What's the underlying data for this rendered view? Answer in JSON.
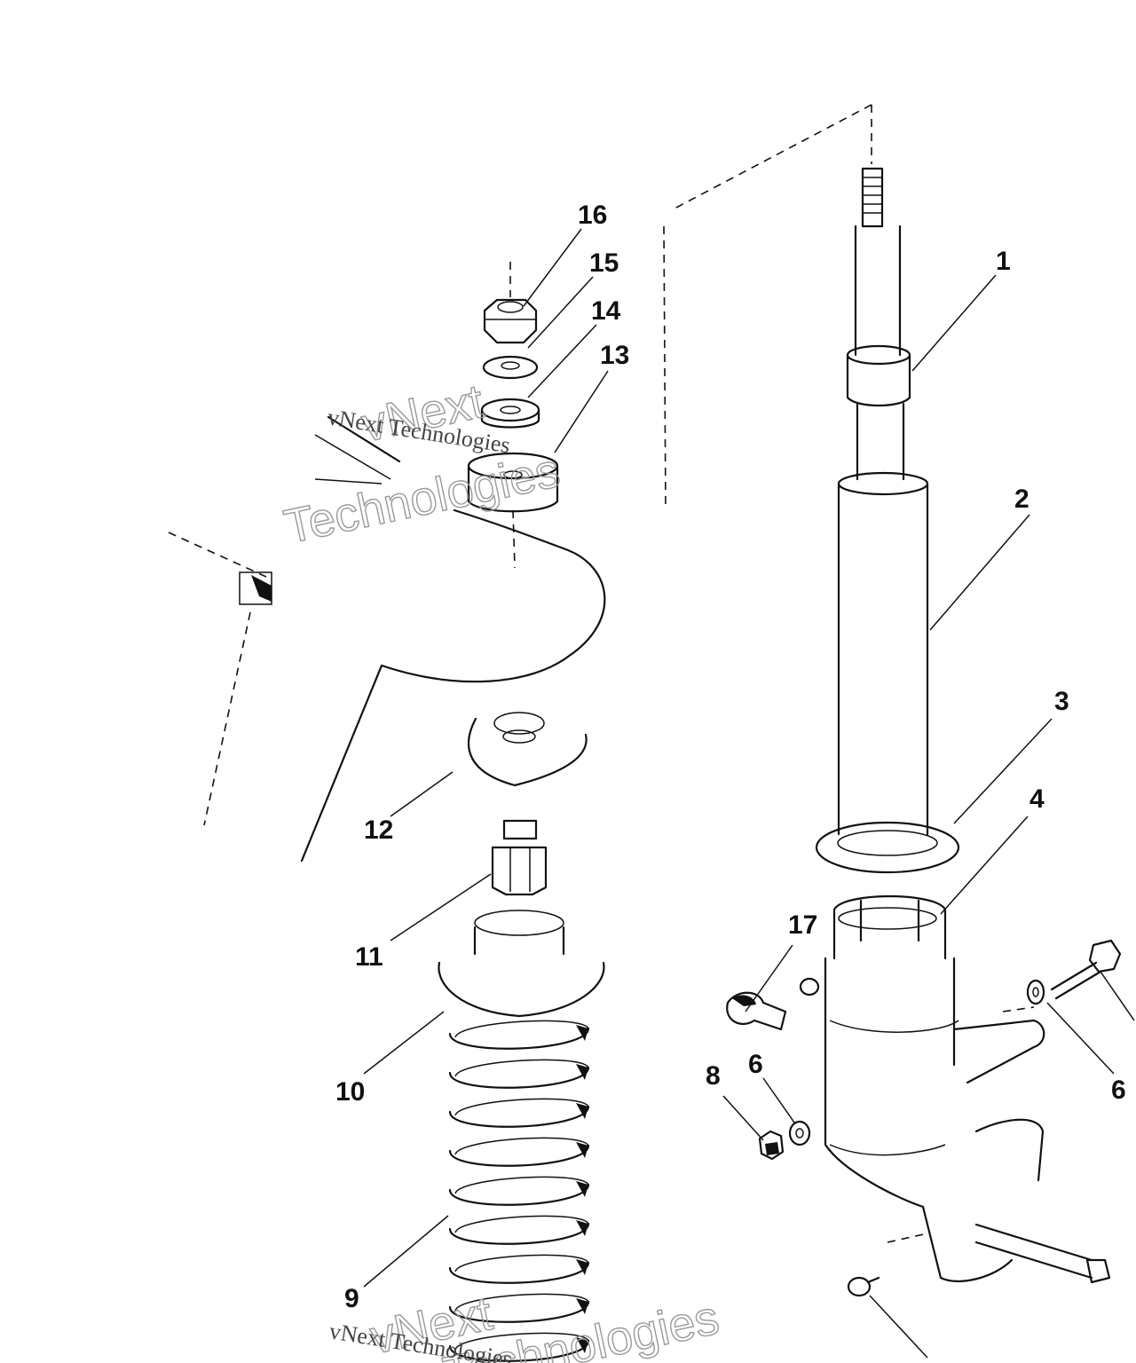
{
  "diagram": {
    "callouts": [
      {
        "id": "c1",
        "label": "1"
      },
      {
        "id": "c2",
        "label": "2"
      },
      {
        "id": "c3",
        "label": "3"
      },
      {
        "id": "c4",
        "label": "4"
      },
      {
        "id": "c6a",
        "label": "6"
      },
      {
        "id": "c6b",
        "label": "6"
      },
      {
        "id": "c8",
        "label": "8"
      },
      {
        "id": "c9",
        "label": "9"
      },
      {
        "id": "c10",
        "label": "10"
      },
      {
        "id": "c11",
        "label": "11"
      },
      {
        "id": "c12",
        "label": "12"
      },
      {
        "id": "c13",
        "label": "13"
      },
      {
        "id": "c14",
        "label": "14"
      },
      {
        "id": "c15",
        "label": "15"
      },
      {
        "id": "c16",
        "label": "16"
      },
      {
        "id": "c17",
        "label": "17"
      }
    ]
  },
  "watermark": {
    "line1": "vNext",
    "line2": "Technologies",
    "small": "vNext Technologies"
  }
}
